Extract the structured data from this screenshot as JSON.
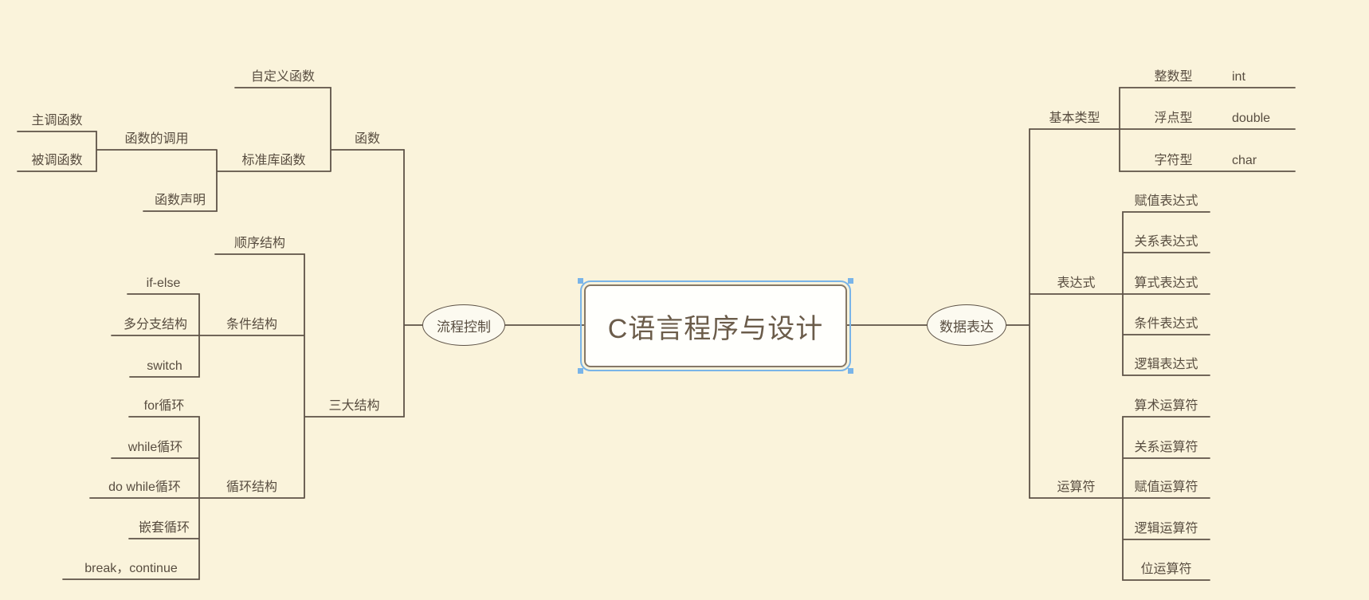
{
  "colors": {
    "background": "#FAF3DB",
    "line": "#5E5347",
    "text": "#584D40",
    "node_fill": "#FFFFFC",
    "node_border": "#857867",
    "selection": "#79B4E8"
  },
  "center": {
    "label": "C语言程序与设计"
  },
  "left": {
    "hub": {
      "label": "流程控制"
    },
    "function": {
      "label": "函数"
    },
    "custom_function": {
      "label": "自定义函数"
    },
    "stdlib_function": {
      "label": "标准库函数"
    },
    "function_call": {
      "label": "函数的调用"
    },
    "caller_function": {
      "label": "主调函数"
    },
    "callee_function": {
      "label": "被调函数"
    },
    "function_declaration": {
      "label": "函数声明"
    },
    "three_structures": {
      "label": "三大结构"
    },
    "sequence": {
      "label": "顺序结构"
    },
    "conditional": {
      "label": "条件结构"
    },
    "if_else": {
      "label": "if-else"
    },
    "multi_branch": {
      "label": "多分支结构"
    },
    "switch": {
      "label": "switch"
    },
    "loop": {
      "label": "循环结构"
    },
    "for_loop": {
      "label": "for循环"
    },
    "while_loop": {
      "label": "while循环"
    },
    "do_while_loop": {
      "label": "do while循环"
    },
    "nested_loop": {
      "label": "嵌套循环"
    },
    "break_continue": {
      "label": "break，continue"
    }
  },
  "right": {
    "hub": {
      "label": "数据表达"
    },
    "basic_types": {
      "label": "基本类型"
    },
    "integer": {
      "label": "整数型"
    },
    "int": {
      "label": "int"
    },
    "float": {
      "label": "浮点型"
    },
    "double": {
      "label": "double"
    },
    "character": {
      "label": "字符型"
    },
    "char": {
      "label": "char"
    },
    "expression": {
      "label": "表达式"
    },
    "assignment_expr": {
      "label": "赋值表达式"
    },
    "relational_expr": {
      "label": "关系表达式"
    },
    "arithmetic_expr": {
      "label": "算式表达式"
    },
    "conditional_expr": {
      "label": "条件表达式"
    },
    "logical_expr": {
      "label": "逻辑表达式"
    },
    "operators": {
      "label": "运算符"
    },
    "arithmetic_op": {
      "label": "算术运算符"
    },
    "relational_op": {
      "label": "关系运算符"
    },
    "assignment_op": {
      "label": "赋值运算符"
    },
    "logical_op": {
      "label": "逻辑运算符"
    },
    "bitwise_op": {
      "label": "位运算符"
    }
  }
}
